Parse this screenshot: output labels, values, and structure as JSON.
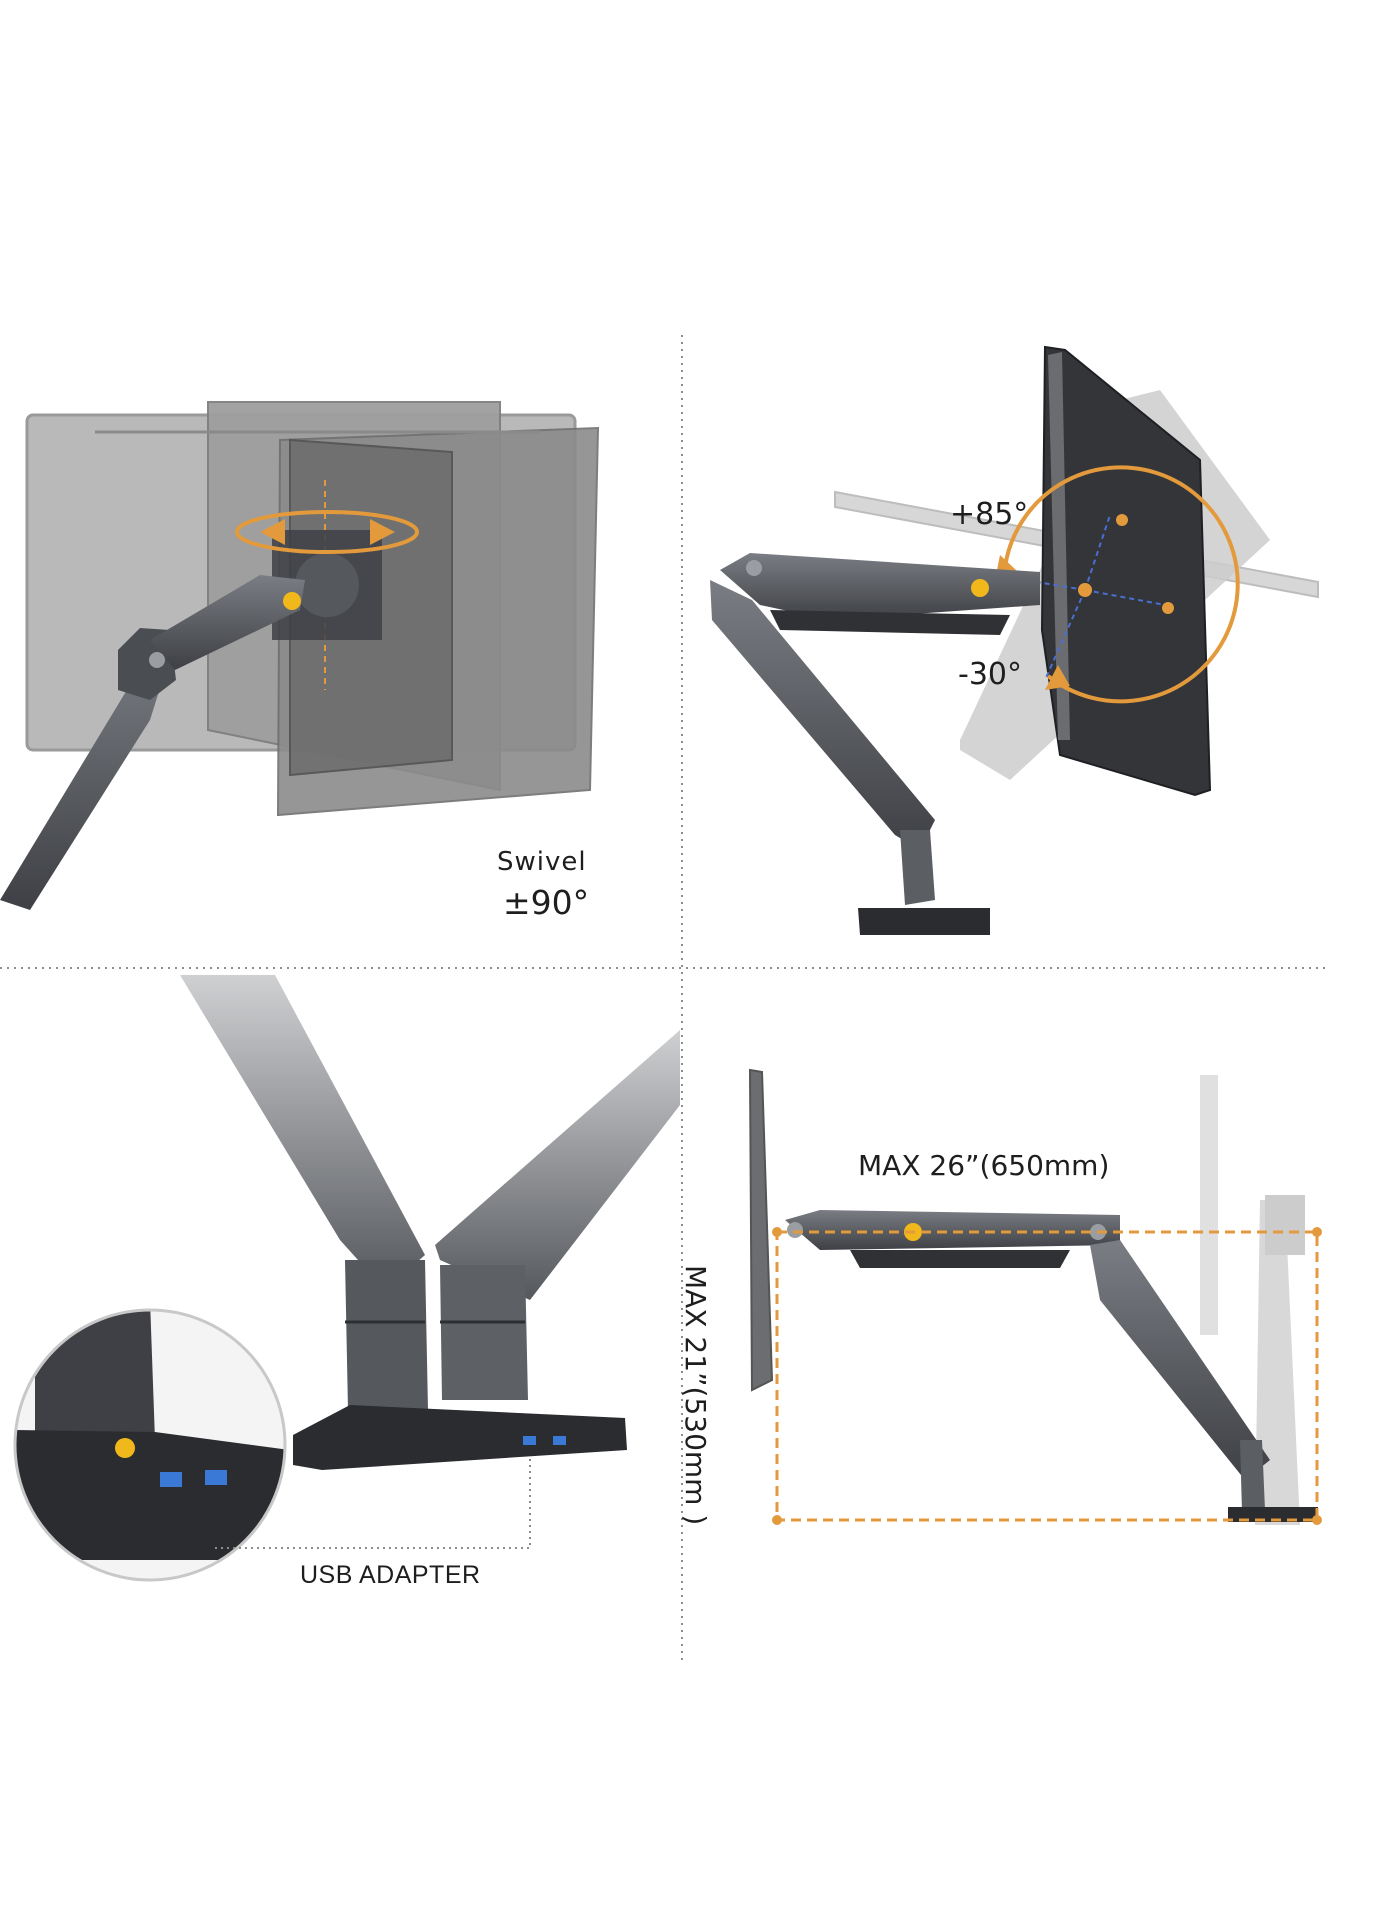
{
  "panels": {
    "swivel": {
      "title": "Swivel",
      "value": "±90°"
    },
    "tilt": {
      "up": "+85°",
      "down": "-30°"
    },
    "usb": {
      "label": "USB ADAPTER"
    },
    "range": {
      "reach": "MAX 26”(650mm)",
      "height": "MAX 21”(530mm )"
    }
  },
  "colors": {
    "accent": "#e39a3c",
    "arm": "#5b5e63",
    "arm_dark": "#3a3c40",
    "divider": "#8c8c8c",
    "guide": "#4a6fd0"
  },
  "icons": [
    "brand-logo-icon",
    "usb-port-icon",
    "rotation-arrow-icon"
  ]
}
